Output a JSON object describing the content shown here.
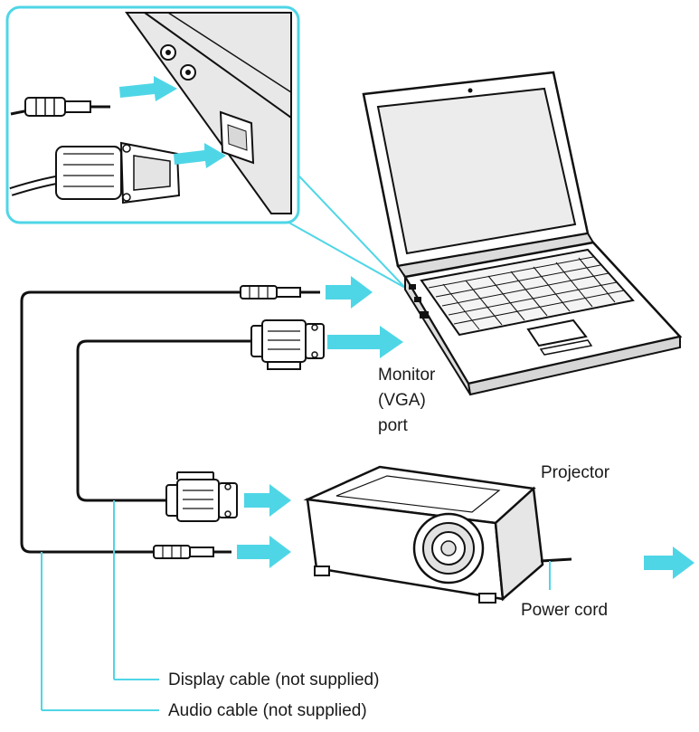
{
  "labels": {
    "monitor_port": [
      "Monitor",
      "(VGA)",
      "port"
    ],
    "projector": "Projector",
    "power_cord": "Power cord",
    "display_cable": "Display cable (not supplied)",
    "audio_cable": "Audio cable (not supplied)"
  },
  "colors": {
    "accent": "#4fd6e6",
    "line": "#111111",
    "fill": "#ffffff",
    "shade": "#e9e9e9",
    "dark": "#6b6b6b"
  },
  "icons": [
    "laptop-icon",
    "projector-icon",
    "audio-plug-icon",
    "vga-connector-icon",
    "arrow-icon"
  ]
}
